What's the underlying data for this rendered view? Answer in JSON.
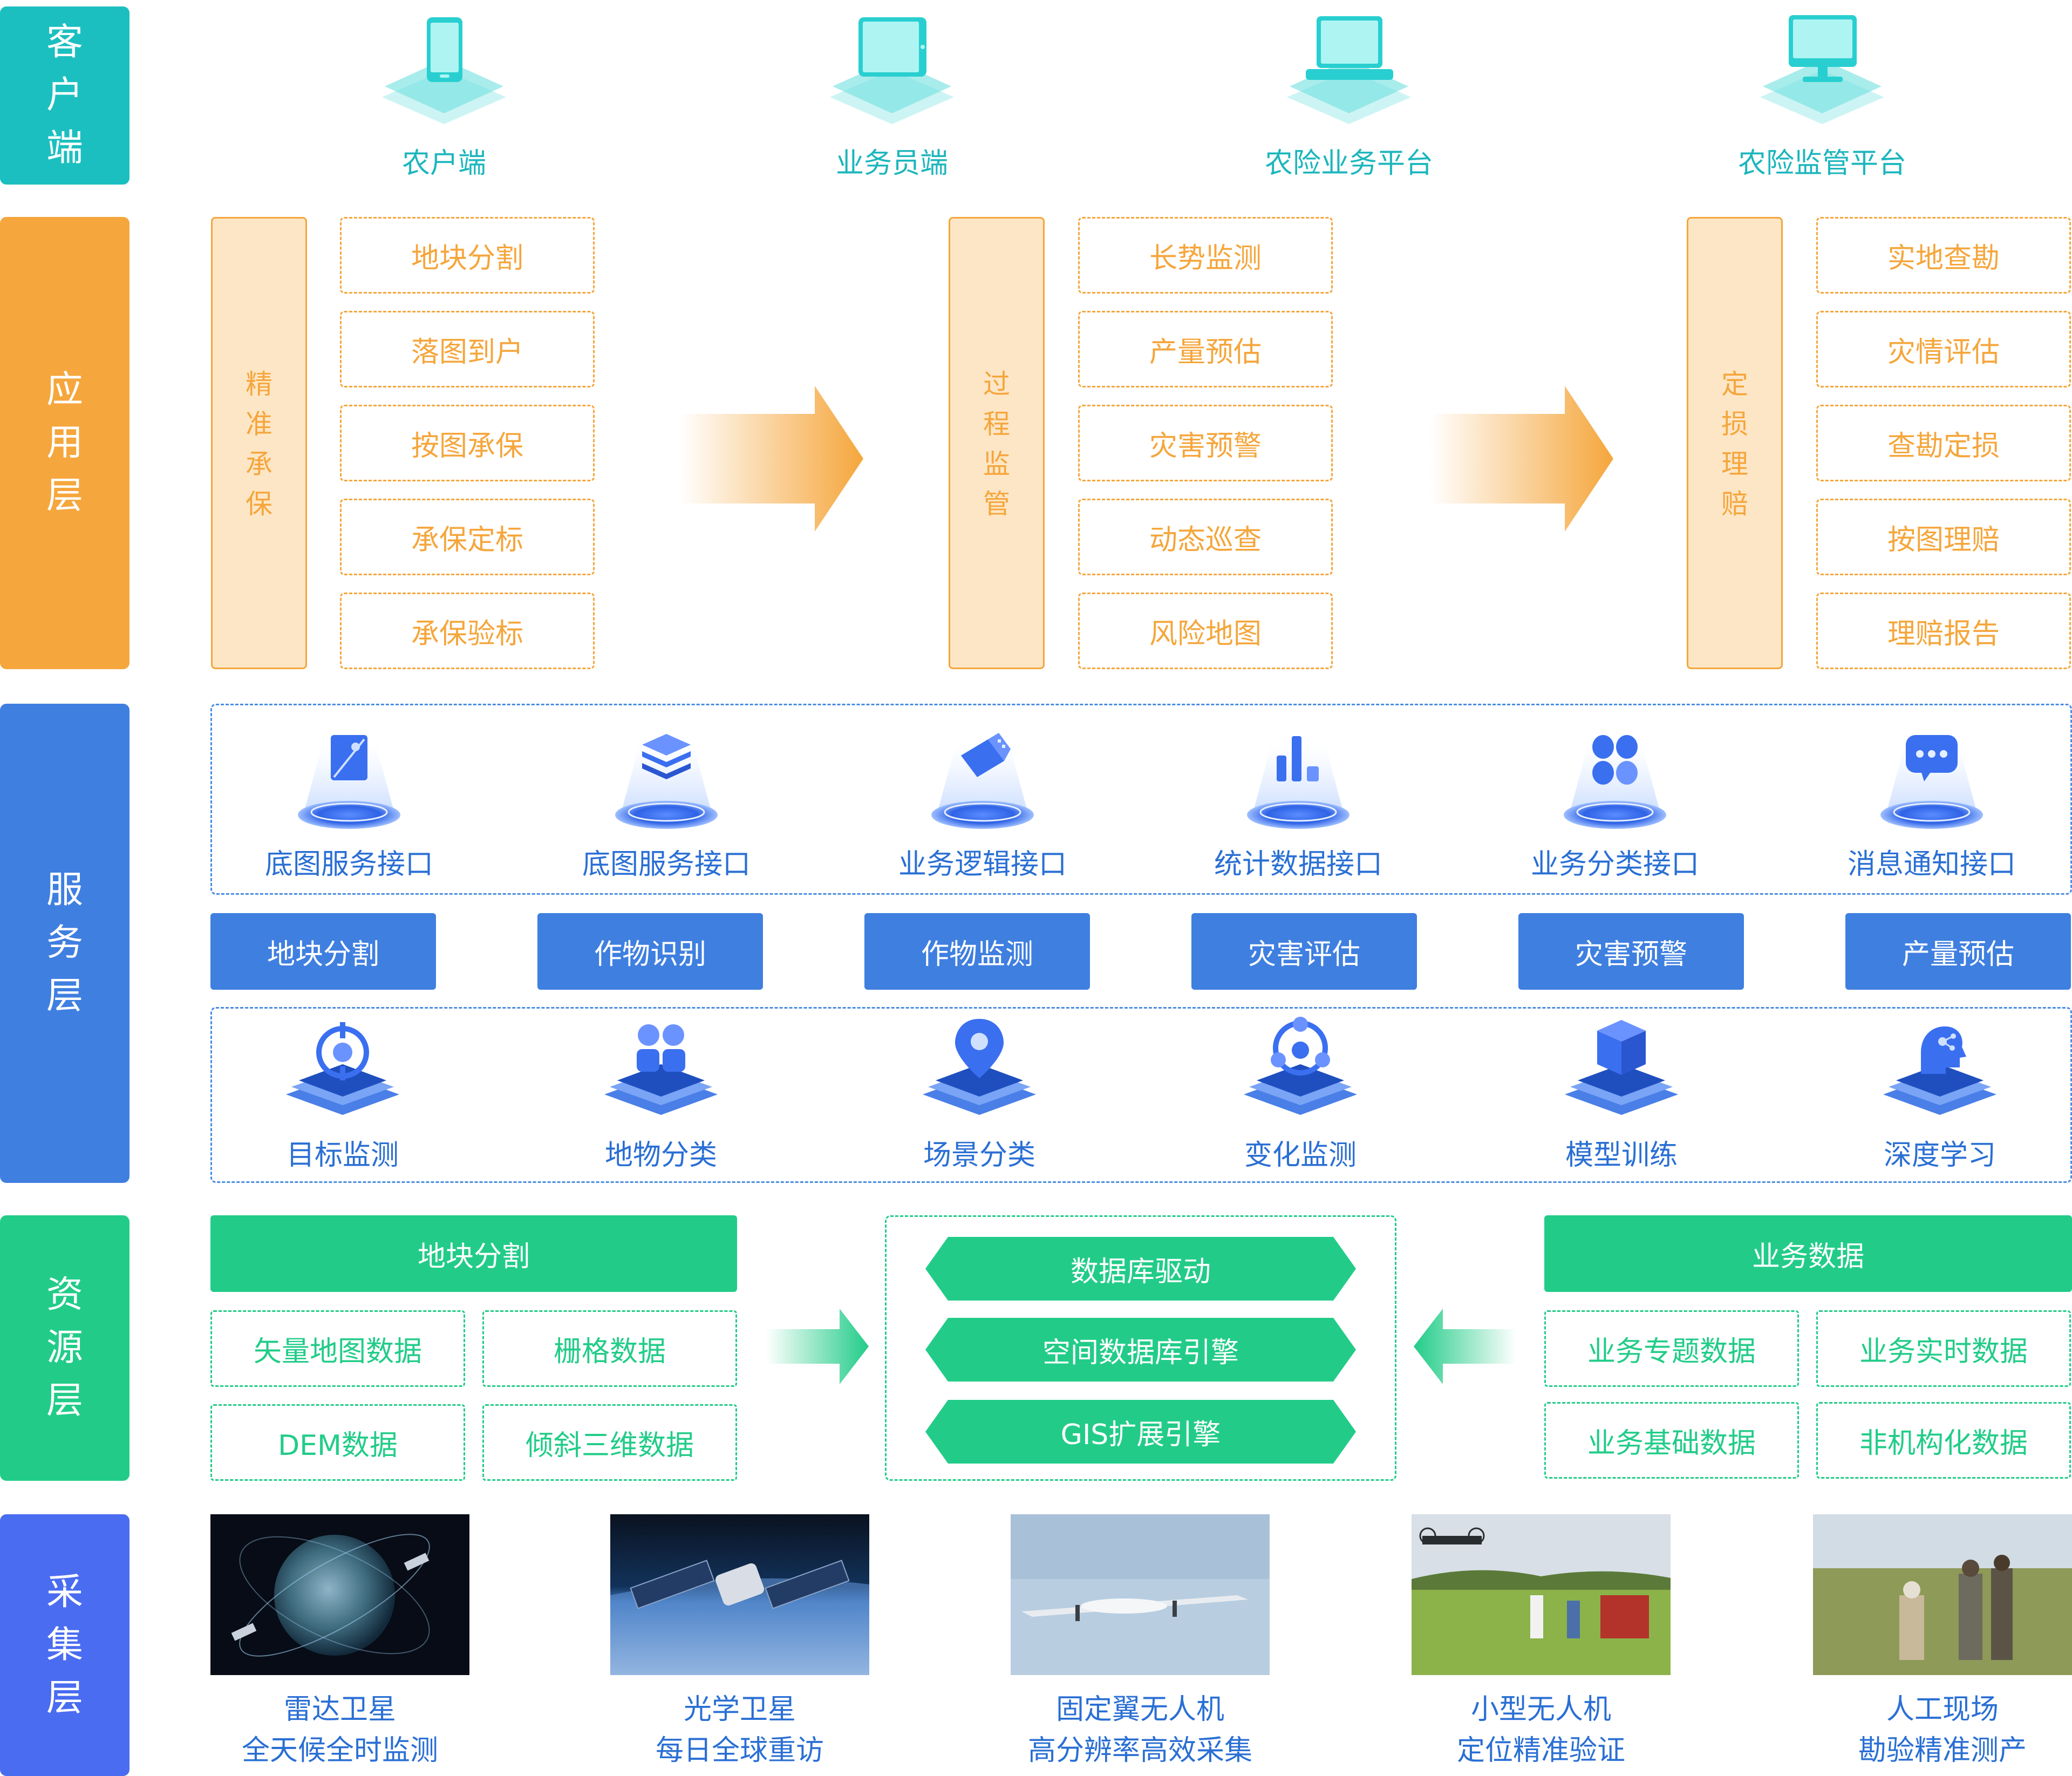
{
  "layers": {
    "client": "客户端",
    "app": "应用层",
    "service": "服务层",
    "resource": "资源层",
    "collect": "采集层"
  },
  "colors": {
    "client": "#1cbfc0",
    "app": "#f5a63c",
    "service": "#3f7fe0",
    "resource": "#22cc88",
    "collect": "#4a6cf0"
  },
  "clients": [
    {
      "label": "农户端",
      "icon": "smartphone-icon"
    },
    {
      "label": "业务员端",
      "icon": "tablet-icon"
    },
    {
      "label": "农险业务平台",
      "icon": "laptop-icon"
    },
    {
      "label": "农险监管平台",
      "icon": "monitor-icon"
    }
  ],
  "app_groups": [
    {
      "title": "精准承保",
      "items": [
        "地块分割",
        "落图到户",
        "按图承保",
        "承保定标",
        "承保验标"
      ]
    },
    {
      "title": "过程监管",
      "items": [
        "长势监测",
        "产量预估",
        "灾害预警",
        "动态巡查",
        "风险地图"
      ]
    },
    {
      "title": "定损理赔",
      "items": [
        "实地查勘",
        "灾情评估",
        "查勘定损",
        "按图理赔",
        "理赔报告"
      ]
    }
  ],
  "service_apis": [
    {
      "label": "底图服务接口",
      "icon": "map-image-icon"
    },
    {
      "label": "底图服务接口",
      "icon": "layers-icon"
    },
    {
      "label": "业务逻辑接口",
      "icon": "usb-drive-icon"
    },
    {
      "label": "统计数据接口",
      "icon": "bar-chart-icon"
    },
    {
      "label": "业务分类接口",
      "icon": "grid-petals-icon"
    },
    {
      "label": "消息通知接口",
      "icon": "chat-bubble-icon"
    }
  ],
  "service_funcs": [
    "地块分割",
    "作物识别",
    "作物监测",
    "灾害评估",
    "灾害预警",
    "产量预估"
  ],
  "service_algos": [
    {
      "label": "目标监测",
      "icon": "target-icon"
    },
    {
      "label": "地物分类",
      "icon": "cluster-icon"
    },
    {
      "label": "场景分类",
      "icon": "location-pin-icon"
    },
    {
      "label": "变化监测",
      "icon": "network-nodes-icon"
    },
    {
      "label": "模型训练",
      "icon": "cube-icon"
    },
    {
      "label": "深度学习",
      "icon": "brain-head-icon"
    }
  ],
  "resources": {
    "left_title": "地块分割",
    "left_items": [
      "矢量地图数据",
      "栅格数据",
      "DEM数据",
      "倾斜三维数据"
    ],
    "center_items": [
      "数据库驱动",
      "空间数据库引擎",
      "GIS扩展引擎"
    ],
    "right_title": "业务数据",
    "right_items": [
      "业务专题数据",
      "业务实时数据",
      "业务基础数据",
      "非机构化数据"
    ]
  },
  "collection": [
    {
      "line1": "雷达卫星",
      "line2": "全天候全时监测",
      "image": "radar-satellite-photo"
    },
    {
      "line1": "光学卫星",
      "line2": "每日全球重访",
      "image": "optical-satellite-photo"
    },
    {
      "line1": "固定翼无人机",
      "line2": "高分辨率高效采集",
      "image": "fixed-wing-drone-photo"
    },
    {
      "line1": "小型无人机",
      "line2": "定位精准验证",
      "image": "small-drone-field-photo"
    },
    {
      "line1": "人工现场",
      "line2": "勘验精准测产",
      "image": "field-survey-photo"
    }
  ]
}
